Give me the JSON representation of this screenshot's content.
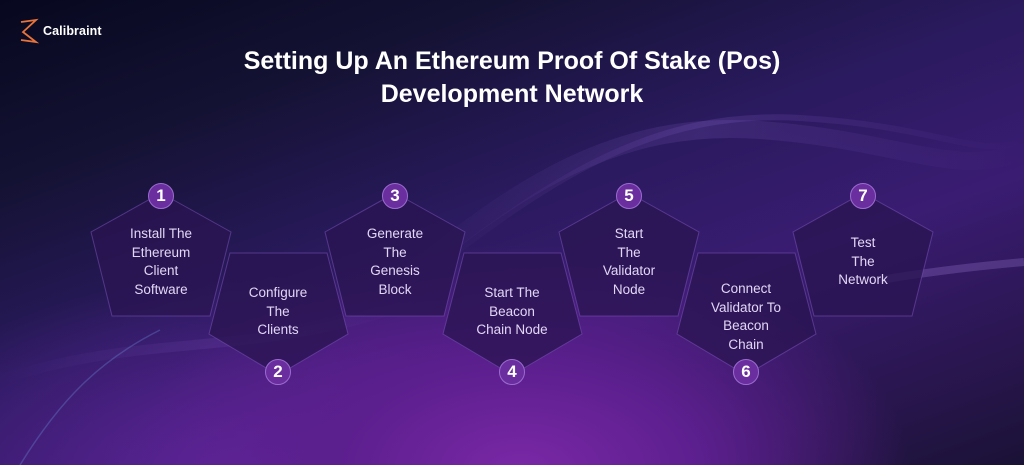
{
  "brand": {
    "name": "Calibraint",
    "logo_icon": "z-bolt-logo-icon",
    "logo_color": "#e8743b"
  },
  "title": {
    "line1": "Setting Up An Ethereum Proof Of Stake (Pos)",
    "line2": "Development Network"
  },
  "colors": {
    "background_dark": "#07081f",
    "background_purple": "#7a28a6",
    "pentagon_fill": "#2a1552",
    "pentagon_stroke": "#7a52b8",
    "badge_fill": "#6a2e9e",
    "text": "#e2d6f5"
  },
  "steps": [
    {
      "number": "1",
      "lines": [
        "Install The",
        "Ethereum",
        "Client",
        "Software"
      ],
      "position": "top"
    },
    {
      "number": "2",
      "lines": [
        "Configure",
        "The",
        "Clients"
      ],
      "position": "bottom"
    },
    {
      "number": "3",
      "lines": [
        "Generate",
        "The",
        "Genesis",
        "Block"
      ],
      "position": "top"
    },
    {
      "number": "4",
      "lines": [
        "Start The",
        "Beacon",
        "Chain Node"
      ],
      "position": "bottom"
    },
    {
      "number": "5",
      "lines": [
        "Start",
        "The",
        "Validator",
        "Node"
      ],
      "position": "top"
    },
    {
      "number": "6",
      "lines": [
        "Connect",
        "Validator To",
        "Beacon",
        "Chain"
      ],
      "position": "bottom"
    },
    {
      "number": "7",
      "lines": [
        "Test",
        "The",
        "Network"
      ],
      "position": "top"
    }
  ]
}
